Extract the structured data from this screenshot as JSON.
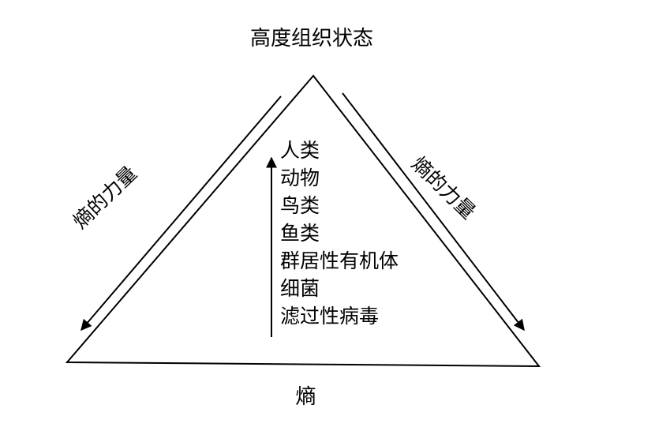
{
  "diagram": {
    "top_label": "高度组织状态",
    "bottom_label": "熵",
    "left_side_label": "熵的力量",
    "right_side_label": "熵的力量",
    "levels": [
      "人类",
      "动物",
      "鸟类",
      "鱼类",
      "群居性有机体",
      "细菌",
      "滤过性病毒"
    ],
    "stroke_color": "#000000",
    "background_color": "#ffffff"
  }
}
